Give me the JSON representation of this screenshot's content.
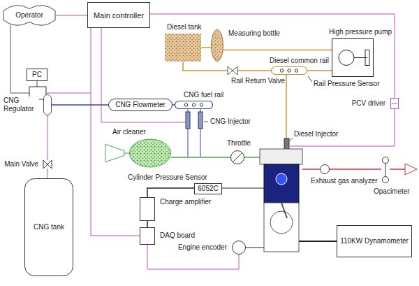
{
  "diagram": {
    "nodes": [
      {
        "text": [
          "Operator"
        ]
      },
      {
        "text": [
          "Main controller"
        ]
      },
      {
        "text": [
          "Diesel tank"
        ]
      },
      {
        "text": [
          "Measuring bottle"
        ]
      },
      {
        "text": [
          "High pressure pump"
        ]
      },
      {
        "text": [
          "Diesel common rail"
        ]
      },
      {
        "text": [
          "PC"
        ]
      },
      {
        "text": [
          "CNG Regulator"
        ]
      },
      {
        "text": [
          "CNG Flowmeter"
        ]
      },
      {
        "text": [
          "CNG fuel rail"
        ]
      },
      {
        "text": [
          "PCV driver"
        ]
      },
      {
        "text": [
          "Air cleaner"
        ]
      },
      {
        "text": [
          "Throttle"
        ]
      },
      {
        "text": [
          "Main Valve"
        ]
      },
      {
        "text": [
          "Exhaust gas analyzer"
        ]
      },
      {
        "text": [
          "6052C"
        ]
      },
      {
        "text": [
          "Opacimeter"
        ]
      },
      {
        "text": [
          "Charge amplifier"
        ]
      },
      {
        "text": [
          "CNG tank"
        ]
      },
      {
        "text": [
          "DAQ board"
        ]
      },
      {
        "text": [
          "Engine encoder"
        ]
      },
      {
        "text": [
          "110KW Dynamometer"
        ]
      }
    ],
    "edges": [
      {
        "from": 0,
        "to": 1,
        "arrow": "none"
      },
      {
        "from": 1,
        "to": 10,
        "arrow": "none"
      },
      {
        "from": 2,
        "to": 3,
        "arrow": "none"
      },
      {
        "from": 3,
        "to": 4,
        "arrow": "none"
      },
      {
        "from": 4,
        "to": 5,
        "arrow": "none"
      },
      {
        "from": 1,
        "to": 19,
        "arrow": "none"
      },
      {
        "from": 7,
        "to": 8,
        "arrow": "none"
      },
      {
        "from": 8,
        "to": 9,
        "arrow": "none"
      },
      {
        "from": 7,
        "to": 13,
        "arrow": "none"
      },
      {
        "from": 13,
        "to": 18,
        "arrow": "none"
      },
      {
        "from": 11,
        "to": 12,
        "arrow": "none"
      },
      {
        "from": 14,
        "to": 16,
        "arrow": "none"
      },
      {
        "from": 15,
        "to": 17,
        "arrow": "none"
      },
      {
        "from": 17,
        "to": 19,
        "arrow": "none"
      },
      {
        "from": 20,
        "to": 19,
        "arrow": "none"
      }
    ],
    "labels": [
      "Rail Return Valve",
      "Rail Pressure Sensor",
      "CNG Injector",
      "Diesel Injector",
      "Cylinder Pressure Sensor"
    ]
  }
}
